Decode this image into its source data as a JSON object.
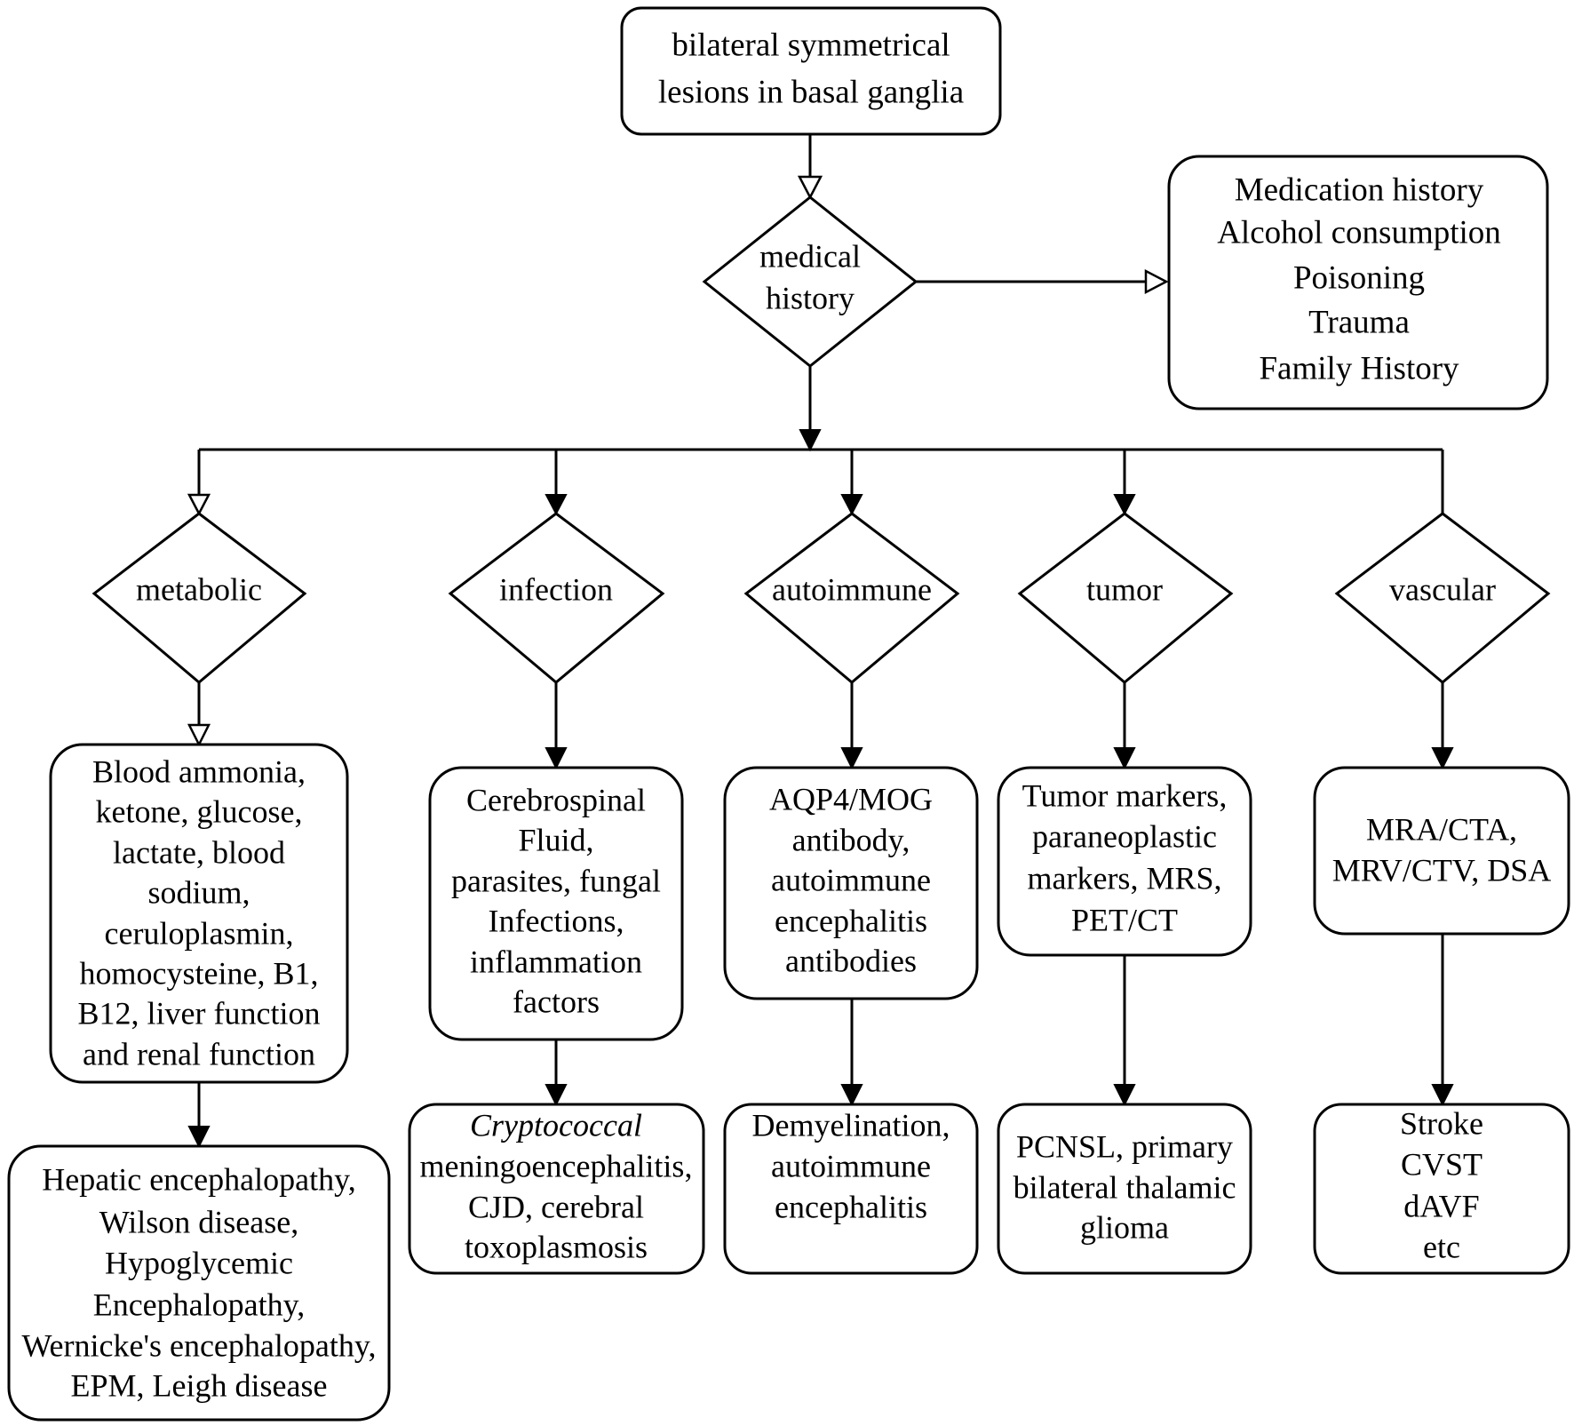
{
  "diagram": {
    "root": {
      "lines": [
        "bilateral symmetrical",
        "lesions in basal ganglia"
      ]
    },
    "history_decision": {
      "lines": [
        "medical",
        "history"
      ]
    },
    "history_items": {
      "lines": [
        "Medication history",
        "Alcohol consumption",
        "Poisoning",
        "Trauma",
        "Family History"
      ]
    },
    "categories": [
      {
        "id": "metabolic",
        "label": "metabolic",
        "tests": [
          "Blood ammonia,",
          "ketone, glucose,",
          "lactate, blood",
          "sodium,",
          "ceruloplasmin,",
          "homocysteine, B1,",
          "B12, liver function",
          "and renal function"
        ],
        "diagnoses": [
          "Hepatic encephalopathy,",
          "Wilson disease,",
          "Hypoglycemic",
          "Encephalopathy,",
          "Wernicke's encephalopathy,",
          "EPM, Leigh disease"
        ],
        "diagnoses_italic_first_line": false
      },
      {
        "id": "infection",
        "label": "infection",
        "tests": [
          "Cerebrospinal",
          "Fluid,",
          "parasites, fungal",
          "Infections,",
          "inflammation",
          "factors"
        ],
        "diagnoses": [
          "Cryptococcal",
          "meningoencephalitis,",
          "CJD, cerebral",
          "toxoplasmosis"
        ],
        "diagnoses_italic_first_line": true
      },
      {
        "id": "autoimmune",
        "label": "autoimmune",
        "tests": [
          "AQP4/MOG",
          "antibody,",
          "autoimmune",
          "encephalitis",
          "antibodies"
        ],
        "diagnoses": [
          "Demyelination,",
          "autoimmune",
          "encephalitis"
        ],
        "diagnoses_italic_first_line": false
      },
      {
        "id": "tumor",
        "label": "tumor",
        "tests": [
          "Tumor markers,",
          "paraneoplastic",
          "markers, MRS,",
          "PET/CT"
        ],
        "diagnoses": [
          "PCNSL, primary",
          "bilateral thalamic",
          "glioma"
        ],
        "diagnoses_italic_first_line": false
      },
      {
        "id": "vascular",
        "label": "vascular",
        "tests": [
          "MRA/CTA,",
          "MRV/CTV, DSA"
        ],
        "diagnoses": [
          "Stroke",
          "CVST",
          "dAVF",
          "etc"
        ],
        "diagnoses_italic_first_line": false
      }
    ]
  }
}
